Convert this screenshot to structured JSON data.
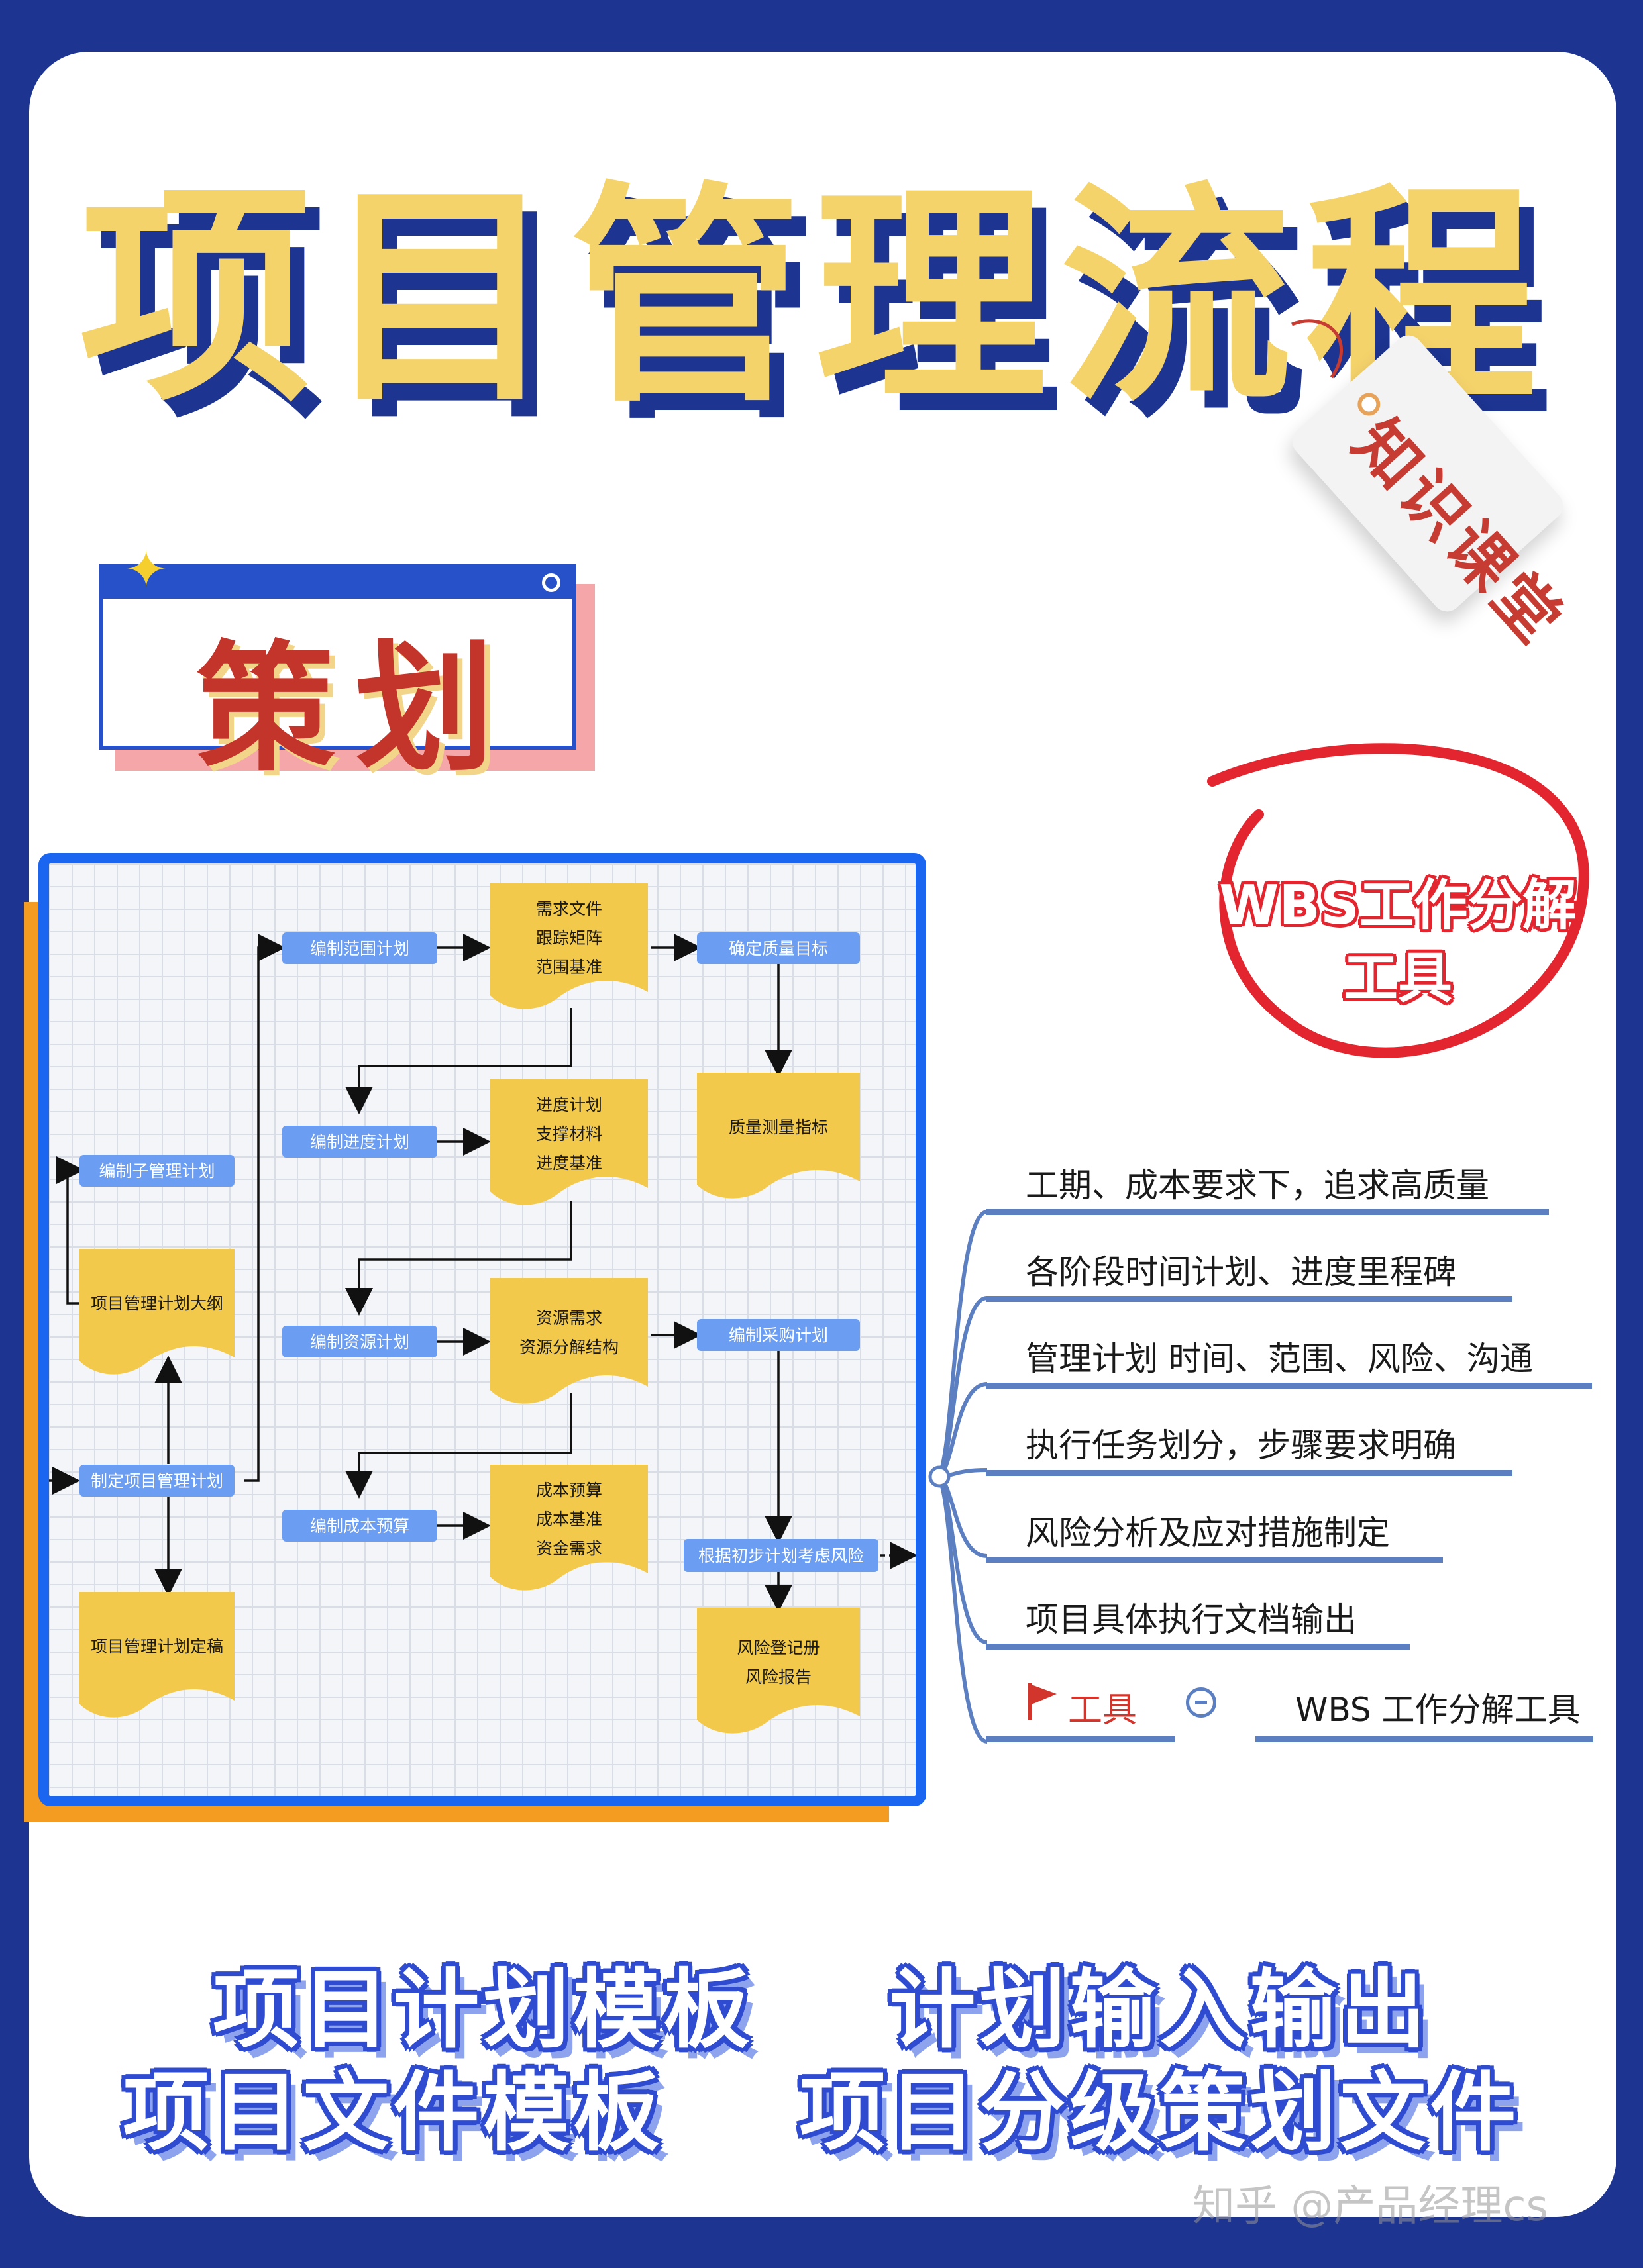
{
  "title": "项目管理流程",
  "tag_label": "知识课堂",
  "section_title": "策划",
  "circle_note": {
    "line1": "WBS工作分解",
    "line2": "工具"
  },
  "flowchart": {
    "plans": [
      "编制范围计划",
      "编制进度计划",
      "编制资源计划",
      "编制成本预算",
      "编制子管理计划",
      "制定项目管理计划",
      "确定质量目标",
      "编制采购计划",
      "根据初步计划考虑风险"
    ],
    "documents": [
      [
        "需求文件",
        "跟踪矩阵",
        "范围基准"
      ],
      [
        "进度计划",
        "支撑材料",
        "进度基准"
      ],
      [
        "资源需求",
        "资源分解结构"
      ],
      [
        "成本预算",
        "成本基准",
        "资金需求"
      ],
      [
        "项目管理计划大纲"
      ],
      [
        "项目管理计划定稿"
      ],
      [
        "质量测量指标"
      ],
      [
        "风险登记册",
        "风险报告"
      ]
    ]
  },
  "mindmap": {
    "items": [
      "工期、成本要求下，追求高质量",
      "各阶段时间计划、进度里程碑",
      "管理计划 时间、范围、风险、沟通",
      "执行任务划分，步骤要求明确",
      "风险分析及应对措施制定",
      "项目具体执行文档输出"
    ],
    "tool_label": "工具",
    "tool_value": "WBS 工作分解工具"
  },
  "bottom": {
    "line1": "项目计划模板    计划输入输出",
    "line2": "项目文件模板    项目分级策划文件"
  },
  "watermark": "知乎 @产品经理cs",
  "colors": {
    "navy": "#1d3490",
    "yellow": "#f5d36b",
    "process_blue": "#6b9ef3",
    "document_yellow": "#f3c94b",
    "frame_blue": "#1b66f0",
    "accent_orange": "#f49b22",
    "red": "#e2252e"
  }
}
